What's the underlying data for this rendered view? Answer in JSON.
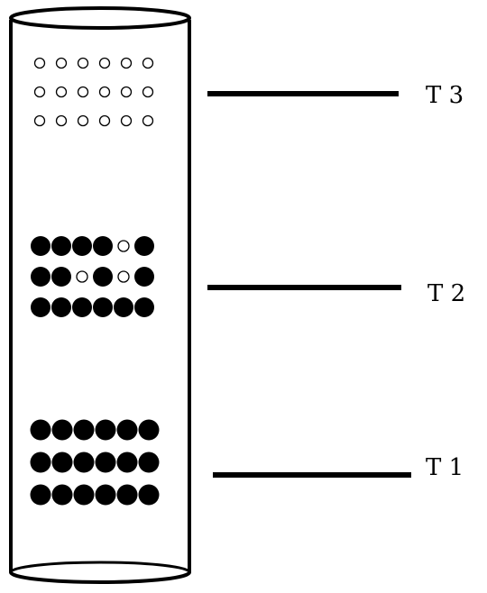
{
  "diagram": {
    "colors": {
      "ink": "#000000",
      "background": "#ffffff",
      "open_particle_fill": "#ffffff"
    },
    "markers": [
      {
        "id": "t3",
        "label": "T 3"
      },
      {
        "id": "t2",
        "label": "T 2"
      },
      {
        "id": "t1",
        "label": "T 1"
      }
    ],
    "particle_groups": [
      {
        "id": "top",
        "rows": [
          [
            "open",
            "open",
            "open",
            "open",
            "open",
            "open"
          ],
          [
            "open",
            "open",
            "open",
            "open",
            "open",
            "open"
          ],
          [
            "open",
            "open",
            "open",
            "open",
            "open",
            "open"
          ]
        ]
      },
      {
        "id": "middle",
        "rows": [
          [
            "filled",
            "filled",
            "filled",
            "filled",
            "open",
            "filled"
          ],
          [
            "filled",
            "filled",
            "open",
            "filled",
            "open",
            "filled"
          ],
          [
            "filled",
            "filled",
            "filled",
            "filled",
            "filled",
            "filled"
          ]
        ]
      },
      {
        "id": "bottom",
        "rows": [
          [
            "filled",
            "filled",
            "filled",
            "filled",
            "filled",
            "filled"
          ],
          [
            "filled",
            "filled",
            "filled",
            "filled",
            "filled",
            "filled"
          ],
          [
            "filled",
            "filled",
            "filled",
            "filled",
            "filled",
            "filled"
          ]
        ]
      }
    ]
  }
}
